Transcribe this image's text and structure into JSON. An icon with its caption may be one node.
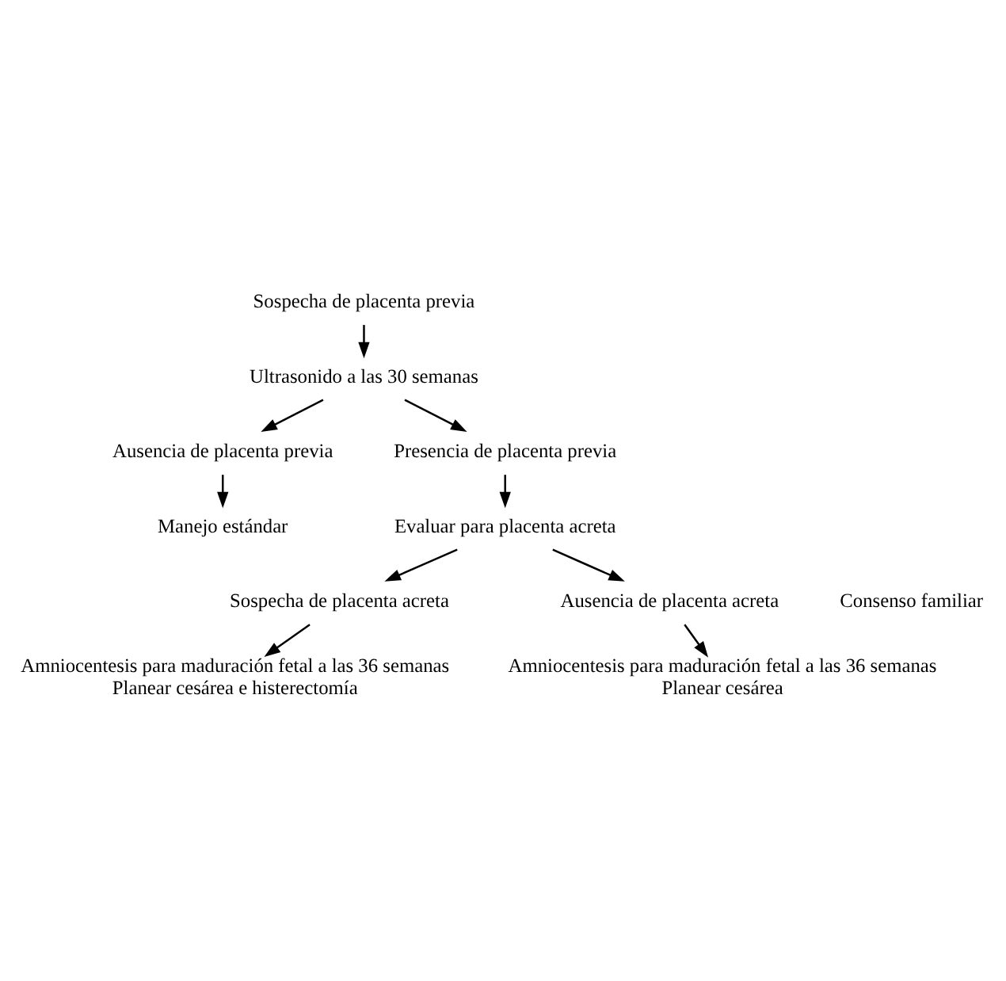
{
  "diagram": {
    "nodes": [
      {
        "text": [
          "Sospecha de placenta previa"
        ]
      },
      {
        "text": [
          "Ultrasonido a las 30 semanas"
        ]
      },
      {
        "text": [
          "Ausencia de placenta previa"
        ]
      },
      {
        "text": [
          "Manejo estándar"
        ]
      },
      {
        "text": [
          "Presencia de placenta previa"
        ]
      },
      {
        "text": [
          "Evaluar para placenta acreta"
        ]
      },
      {
        "text": [
          "Sospecha de placenta acreta"
        ]
      },
      {
        "text": [
          "Ausencia de placenta acreta"
        ]
      },
      {
        "text": [
          "Amniocentesis para maduración fetal a las 36 semanas",
          "Planear cesárea e histerectomía"
        ]
      },
      {
        "text": [
          "Amniocentesis para maduración fetal a las 36 semanas",
          "Planear cesárea"
        ]
      }
    ],
    "edges": [
      {
        "from": 0,
        "to": 1,
        "arrow": "to"
      },
      {
        "from": 1,
        "to": 2,
        "arrow": "to"
      },
      {
        "from": 1,
        "to": 4,
        "arrow": "to"
      },
      {
        "from": 2,
        "to": 3,
        "arrow": "to"
      },
      {
        "from": 4,
        "to": 5,
        "arrow": "to"
      },
      {
        "from": 5,
        "to": 6,
        "arrow": "to"
      },
      {
        "from": 5,
        "to": 7,
        "arrow": "to"
      },
      {
        "from": 6,
        "to": 8,
        "arrow": "to"
      },
      {
        "from": 7,
        "to": 9,
        "arrow": "to"
      }
    ],
    "labels": [
      "Consenso familiar"
    ]
  }
}
